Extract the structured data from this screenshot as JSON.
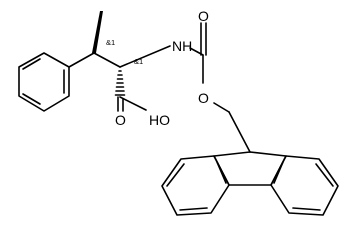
{
  "molecule": {
    "atom_labels": {
      "nh": "NH",
      "carbonyl_o": "O",
      "ester_o": "O",
      "acid_oh": "HO",
      "acid_o": "O"
    },
    "stereo_labels": {
      "beta_carbon": "&1",
      "alpha_carbon": "&1"
    },
    "colors": {
      "bond": "#000000",
      "text": "#000000",
      "background": "#ffffff"
    }
  }
}
